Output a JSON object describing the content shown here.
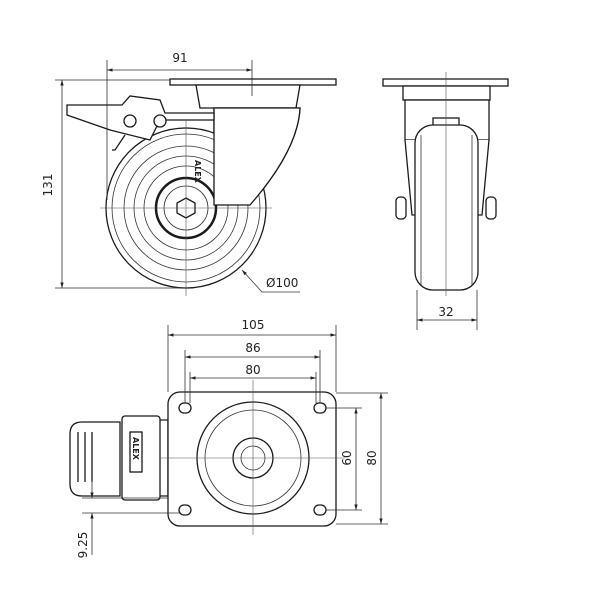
{
  "drawing": {
    "brand_logo": "ALEX",
    "side_view": {
      "width_dim": "91",
      "height_dim": "131",
      "wheel_diameter": "Ø100"
    },
    "front_view": {
      "wheel_width_dim": "32"
    },
    "top_view": {
      "plate_width_dim": "105",
      "hole_outer_dim": "86",
      "hole_spacing_x_dim": "80",
      "hole_spacing_y_dim": "60",
      "plate_depth_dim": "80",
      "brake_offset_dim": "9.25"
    }
  }
}
